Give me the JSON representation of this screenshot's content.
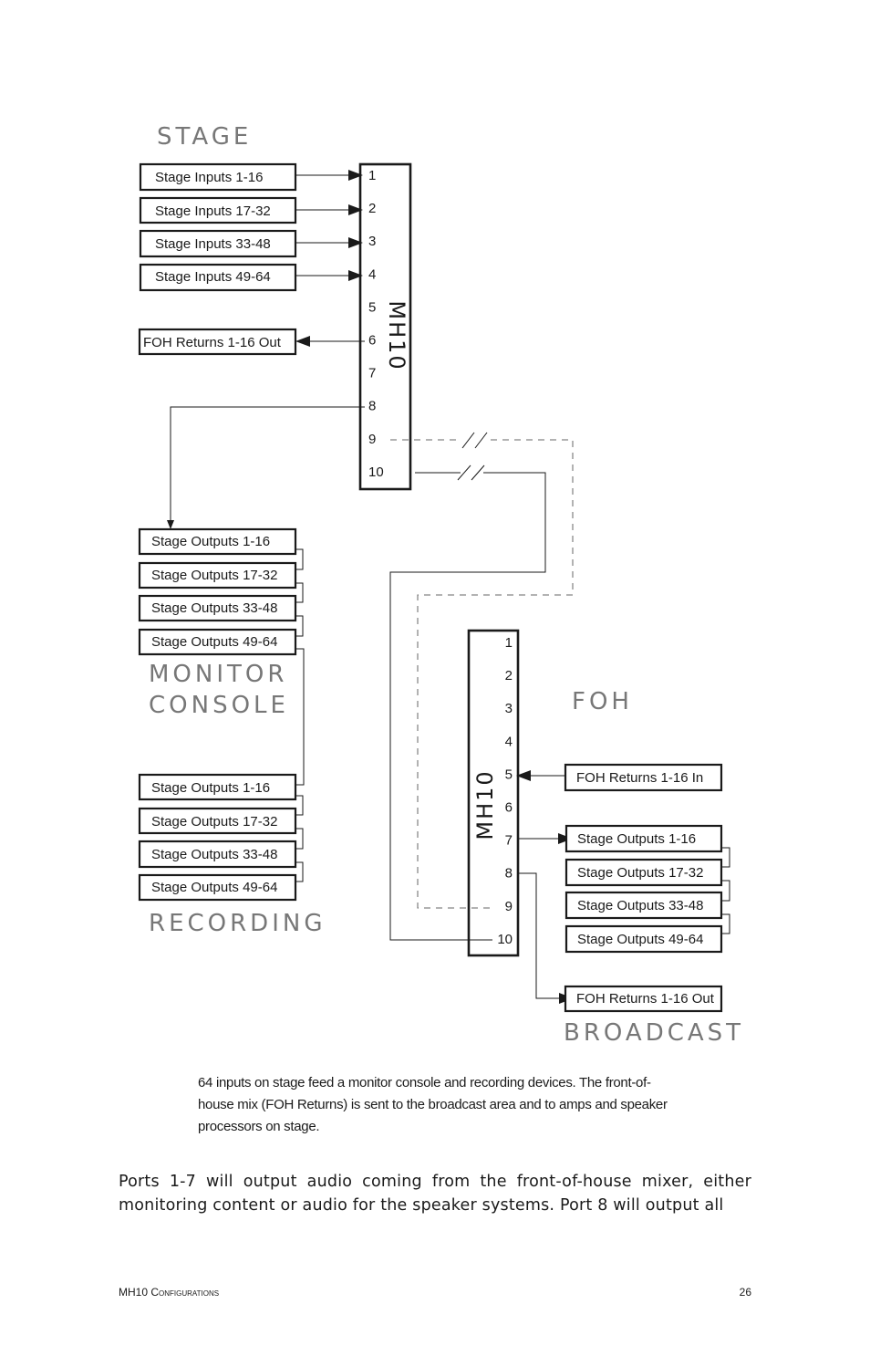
{
  "diagram": {
    "sections": {
      "stage": "STAGE",
      "monitor_line1": "MONITOR",
      "monitor_line2": "CONSOLE",
      "recording": "RECORDING",
      "foh": "FOH",
      "broadcast": "BROADCAST"
    },
    "stage_unit": {
      "name": "MH10",
      "ports": [
        "1",
        "2",
        "3",
        "4",
        "5",
        "6",
        "7",
        "8",
        "9",
        "10"
      ]
    },
    "foh_unit": {
      "name": "MH10",
      "ports": [
        "1",
        "2",
        "3",
        "4",
        "5",
        "6",
        "7",
        "8",
        "9",
        "10"
      ]
    },
    "stage_inputs": [
      "Stage Inputs  1-16",
      "Stage Inputs  17-32",
      "Stage Inputs  33-48",
      "Stage Inputs  49-64"
    ],
    "stage_foh_returns": "FOH Returns  1-16 Out",
    "monitor_outputs": [
      "Stage Outputs  1-16",
      "Stage Outputs  17-32",
      "Stage Outputs  33-48",
      "Stage Outputs  49-64"
    ],
    "recording_outputs": [
      "Stage Outputs  1-16",
      "Stage Outputs  17-32",
      "Stage Outputs  33-48",
      "Stage Outputs  49-64"
    ],
    "foh_returns_in": "FOH Returns  1-16  In",
    "foh_outputs": [
      "Stage Outputs  1-16",
      "Stage Outputs  17-32",
      "Stage Outputs  33-48",
      "Stage Outputs  49-64"
    ],
    "broadcast_returns": "FOH Returns 1-16 Out"
  },
  "caption": "64 inputs on stage feed a monitor console and recording devices. The front-of-house mix (FOH Returns) is sent to the broadcast area and to amps and speaker processors on stage.",
  "body_text": "Ports 1-7 will output audio coming from the front-of-house mixer, either monitoring content or audio for the speaker systems. Port 8 will output all",
  "footer": {
    "title_main": "MH10 ",
    "title_smallcaps": "Configurations",
    "page_number": "26"
  }
}
